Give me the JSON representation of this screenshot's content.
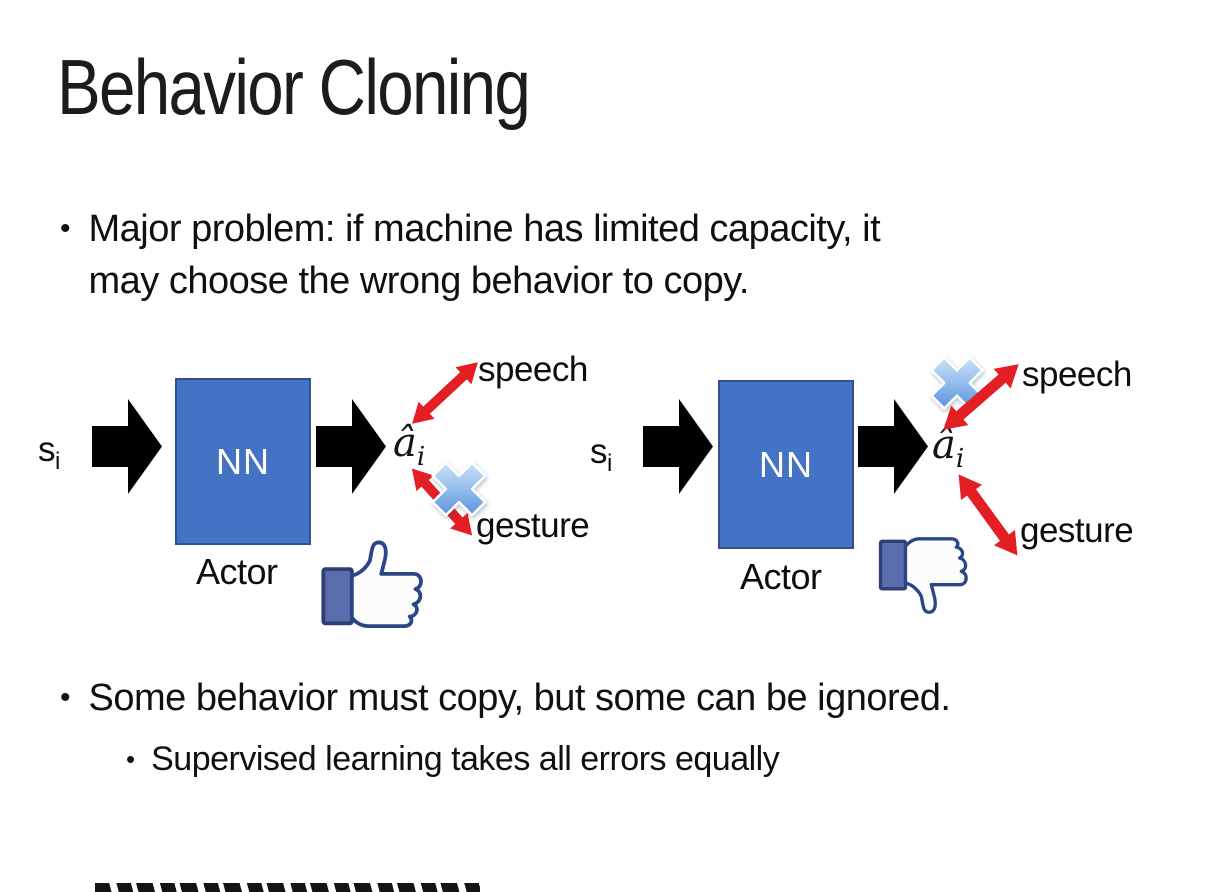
{
  "slide": {
    "title": "Behavior Cloning",
    "bullet_glyph": "•",
    "bullet1": {
      "line1": "Major problem: if machine has limited capacity, it",
      "line2": "may choose the wrong behavior to copy."
    },
    "bullet2": "Some behavior must copy, but some can be ignored.",
    "sub_bullet": "Supervised learning takes all errors equally"
  },
  "diagrams": {
    "left": {
      "input": "s",
      "input_sub": "i",
      "nn_label": "NN",
      "actor_label": "Actor",
      "output": "â",
      "output_sub": "i",
      "speech_label": "speech",
      "gesture_label": "gesture",
      "crossed_out": "gesture",
      "feedback_icon": "thumbs-up"
    },
    "right": {
      "input": "s",
      "input_sub": "i",
      "nn_label": "NN",
      "actor_label": "Actor",
      "output": "â",
      "output_sub": "i",
      "speech_label": "speech",
      "gesture_label": "gesture",
      "crossed_out": "speech",
      "feedback_icon": "thumbs-down"
    }
  },
  "colors": {
    "background": "#ffffff",
    "text": "#111111",
    "nn_box_fill": "#4472C4",
    "nn_box_border": "#2F528F",
    "nn_text": "#ffffff",
    "flow_arrow_black": "#000000",
    "relation_arrow_red": "#E31E25",
    "cross_icon_blue": "#5B9BD5",
    "thumb_outline_navy": "#2A4687",
    "thumb_cuff_blue": "#5B6DAE"
  }
}
